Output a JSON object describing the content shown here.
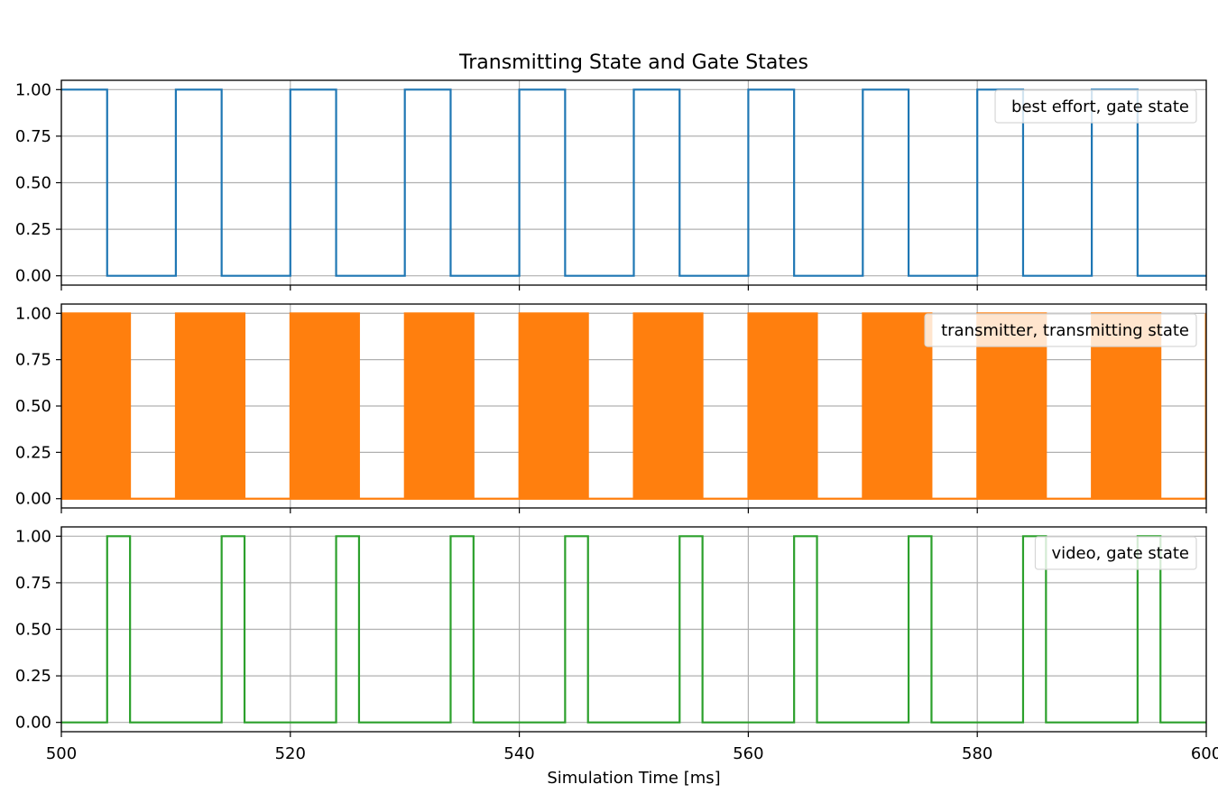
{
  "chart_data": {
    "type": "line",
    "title": "Transmitting State and Gate States",
    "xlabel": "Simulation Time [ms]",
    "xlim": [
      500,
      600
    ],
    "ylim": [
      -0.05,
      1.05
    ],
    "x_ticks": [
      "500",
      "520",
      "540",
      "560",
      "580",
      "600"
    ],
    "y_ticks": [
      "0.00",
      "0.25",
      "0.50",
      "0.75",
      "1.00"
    ],
    "grid": true,
    "shared_x": true,
    "legend_position": "upper right",
    "subplots": [
      {
        "series_name": "best effort, gate state",
        "color": "#1f77b4",
        "style": "step",
        "x": [
          500,
          504,
          510,
          514,
          520,
          524,
          530,
          534,
          540,
          544,
          550,
          554,
          560,
          564,
          570,
          574,
          580,
          584,
          590,
          594,
          600
        ],
        "y": [
          1,
          0,
          1,
          0,
          1,
          0,
          1,
          0,
          1,
          0,
          1,
          0,
          1,
          0,
          1,
          0,
          1,
          0,
          1,
          0,
          0
        ]
      },
      {
        "series_name": "transmitter, transmitting state",
        "color": "#ff7f0e",
        "style": "dense-toggle",
        "active_intervals": [
          [
            500,
            506
          ],
          [
            510,
            516
          ],
          [
            520,
            526
          ],
          [
            530,
            536
          ],
          [
            540,
            546
          ],
          [
            550,
            556
          ],
          [
            560,
            566
          ],
          [
            570,
            576
          ],
          [
            580,
            586
          ],
          [
            590,
            596
          ]
        ],
        "idle_value": 0,
        "active_value": 1
      },
      {
        "series_name": "video, gate state",
        "color": "#2ca02c",
        "style": "step",
        "x": [
          500,
          504,
          506,
          514,
          516,
          524,
          526,
          534,
          536,
          544,
          546,
          554,
          556,
          564,
          566,
          574,
          576,
          584,
          586,
          594,
          596,
          600
        ],
        "y": [
          0,
          1,
          0,
          1,
          0,
          1,
          0,
          1,
          0,
          1,
          0,
          1,
          0,
          1,
          0,
          1,
          0,
          1,
          0,
          1,
          0,
          0
        ]
      }
    ]
  }
}
